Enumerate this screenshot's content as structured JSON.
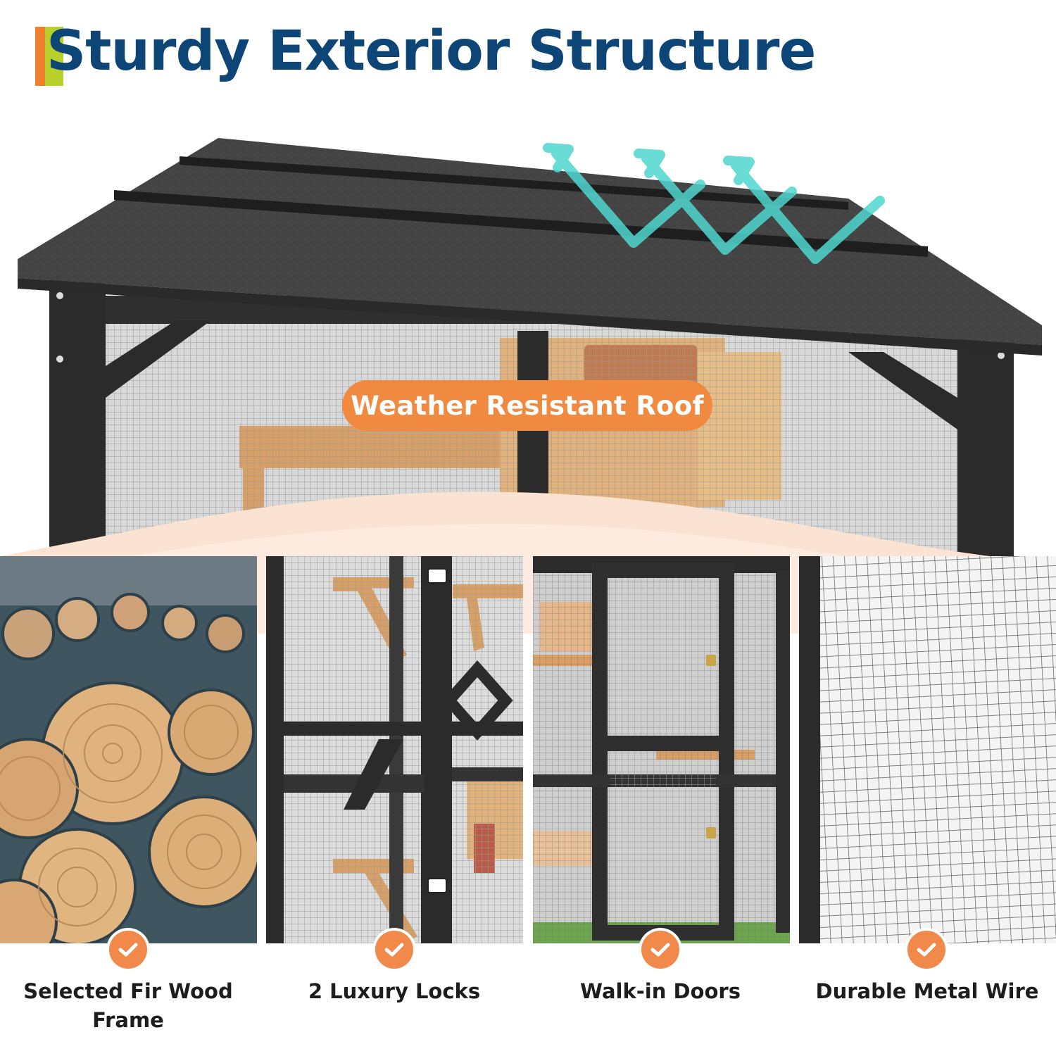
{
  "title": "Sturdy Exterior Structure",
  "roof_badge": "Weather Resistant Roof",
  "features": [
    {
      "line1": "Selected Fir Wood",
      "line2": "Frame",
      "icon": "checkmark-icon"
    },
    {
      "line1": "2 Luxury Locks",
      "line2": "",
      "icon": "checkmark-icon"
    },
    {
      "line1": "Walk-in Doors",
      "line2": "",
      "icon": "checkmark-icon"
    },
    {
      "line1": "Durable Metal Wire",
      "line2": "",
      "icon": "checkmark-icon"
    }
  ],
  "colors": {
    "title": "#0d4576",
    "accent_orange": "#f08a40",
    "accent_green": "#b9cf2c",
    "roof": "#3c3c3c",
    "frame": "#2b2b2b",
    "wood": "#d9a46a",
    "airflow_arrows": "#4fd6cf",
    "wave": "#fbe3d3"
  }
}
